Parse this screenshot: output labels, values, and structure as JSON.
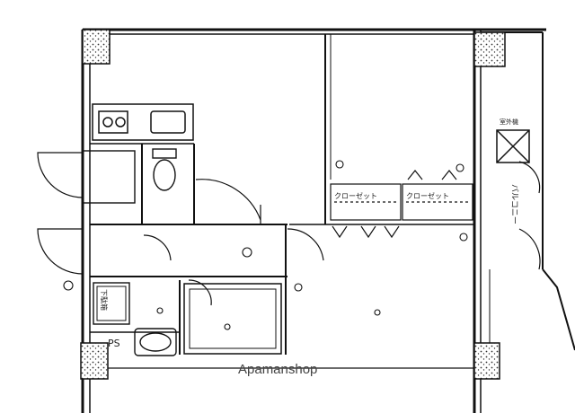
{
  "labels": {
    "closet_1": "クローゼット",
    "closet_2": "クローゼット",
    "balcony": "バルコニー",
    "aircon": "室外機",
    "shoe": "下駄箱",
    "ps": "PS"
  },
  "watermark": "Apamanshop",
  "colors": {
    "wall": "#111111",
    "wall_fill": "#ffffff",
    "hatch": "#333333",
    "line": "#222222"
  }
}
